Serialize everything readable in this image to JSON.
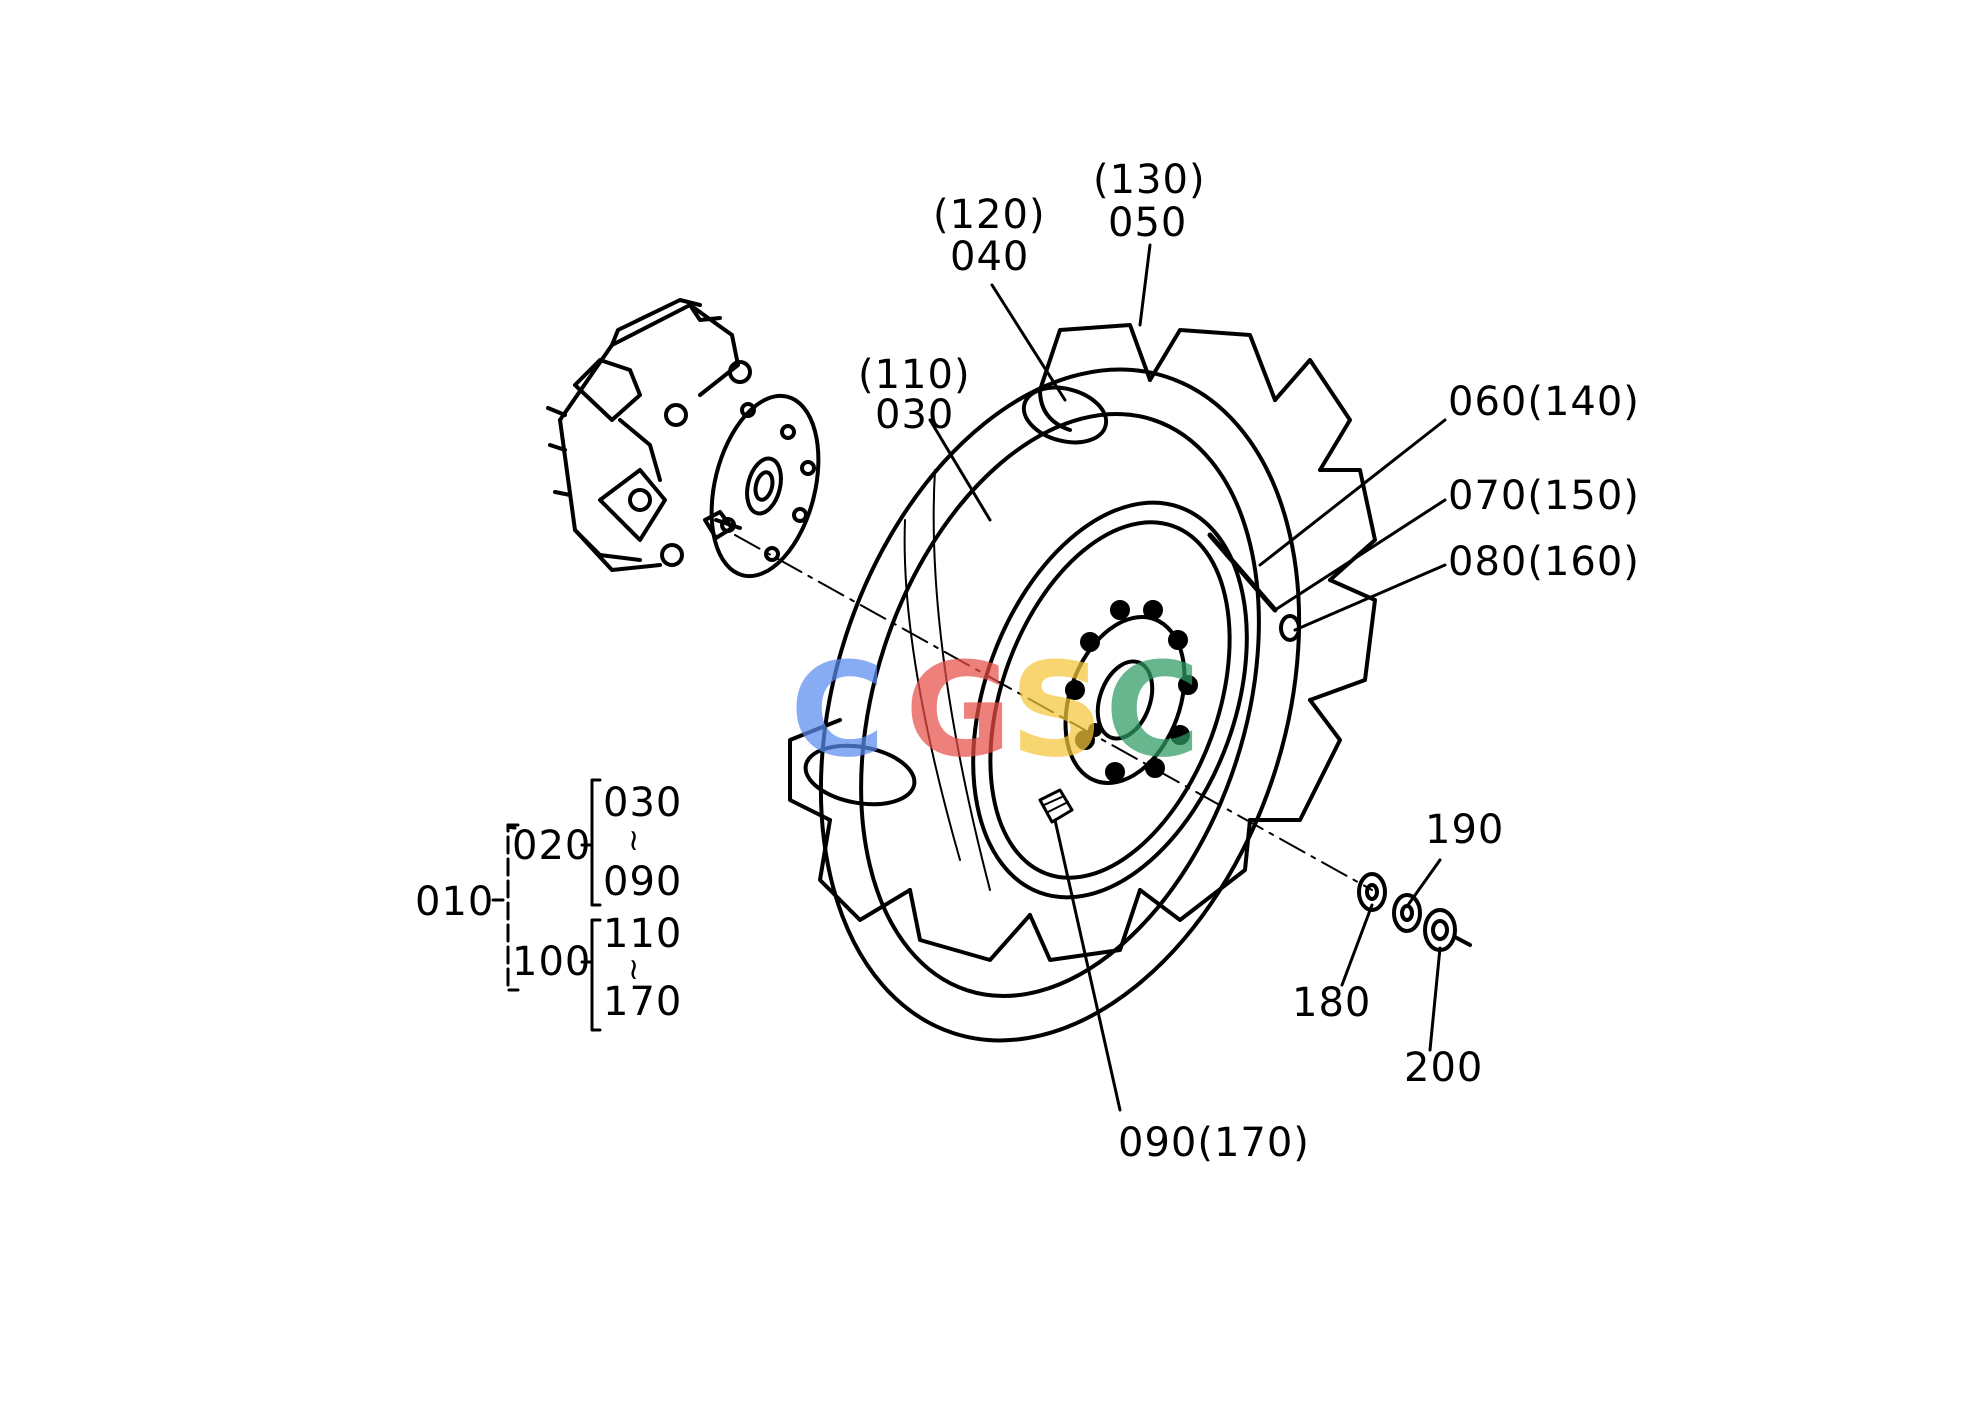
{
  "callouts": {
    "c120": "(120)",
    "c040": "040",
    "c130": "(130)",
    "c050": "050",
    "c110": "(110)",
    "c030": "030",
    "c060": "060(140)",
    "c070": "070(150)",
    "c080": "080(160)",
    "c190": "190",
    "c180": "180",
    "c200": "200",
    "c090": "090(170)"
  },
  "tree": {
    "root": "010",
    "g1": "020",
    "g1_from": "030",
    "g1_to": "090",
    "g2": "100",
    "g2_from": "110",
    "g2_to": "170",
    "range_mark": "≀"
  },
  "watermark": {
    "letters": [
      "C",
      "G",
      "S",
      "C"
    ],
    "colors": [
      "#5b8def",
      "#e8504a",
      "#f4c73b",
      "#2f9a63"
    ]
  }
}
